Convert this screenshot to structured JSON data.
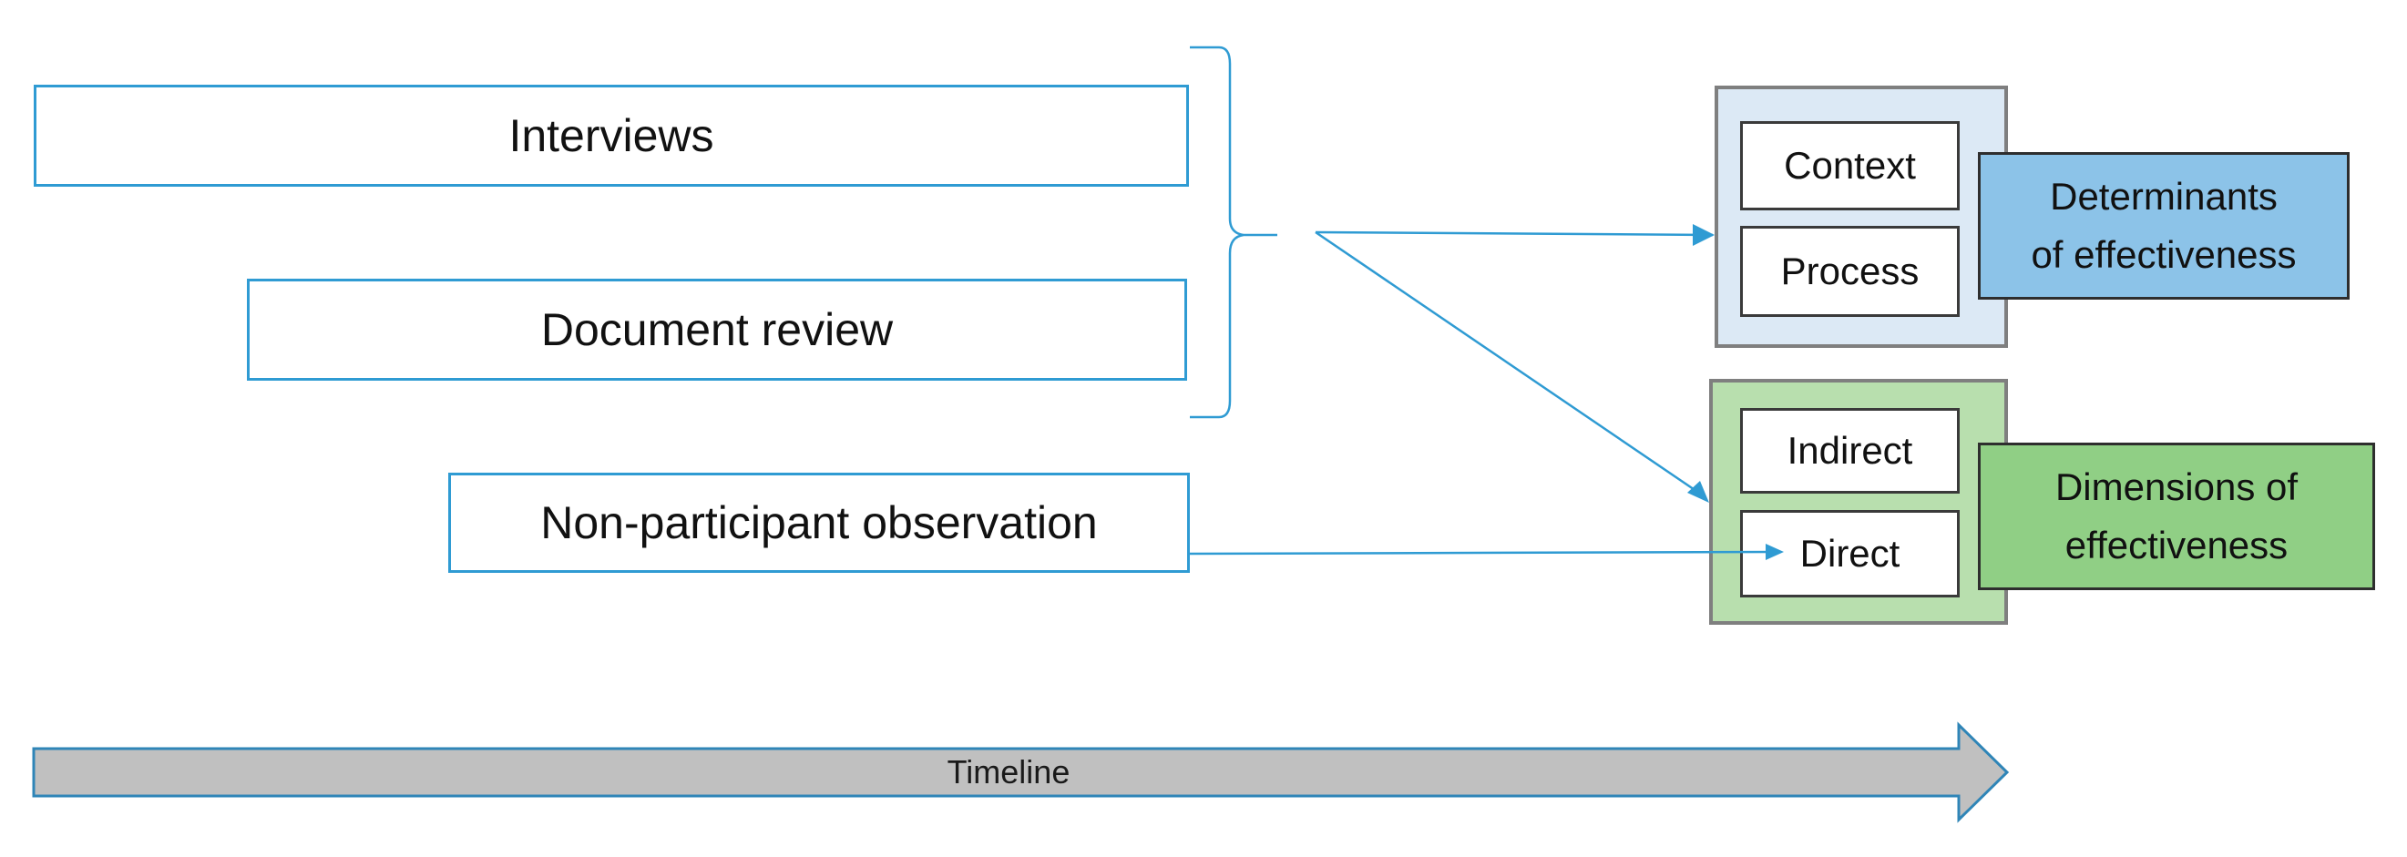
{
  "methods": {
    "interviews": "Interviews",
    "document_review": "Document review",
    "observation": "Non-participant observation"
  },
  "determinants": {
    "items": [
      "Context",
      "Process"
    ],
    "label": "Determinants\nof effectiveness"
  },
  "dimensions": {
    "items": [
      "Indirect",
      "Direct"
    ],
    "label": "Dimensions  of\neffectiveness"
  },
  "timeline": {
    "label": "Timeline"
  },
  "colors": {
    "line": "#2f9bd3",
    "determinants_fill": "#8cc3e8",
    "dimensions_fill": "#90cf85",
    "timeline_fill": "#c0c0c0"
  }
}
